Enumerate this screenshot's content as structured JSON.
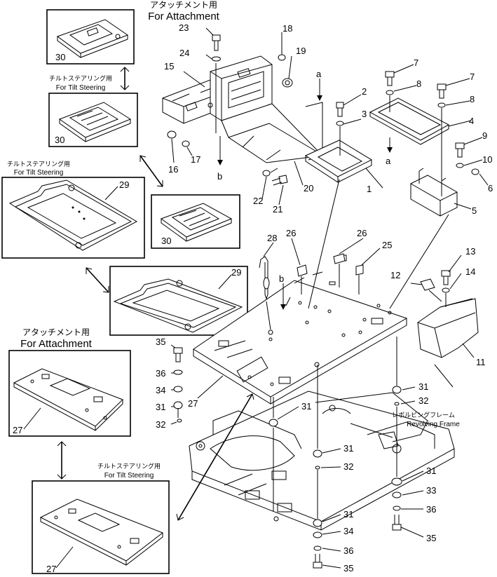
{
  "captions": {
    "attachment_top_jp": "アタッチメント用",
    "attachment_top_en": "For Attachment",
    "tilt1_jp": "チルトステアリング用",
    "tilt1_en": "For Tilt Steering",
    "tilt2_jp": "チルトステアリング用",
    "tilt2_en": "For Tilt Steering",
    "attachment_left_jp": "アタッチメント用",
    "attachment_left_en": "For Attachment",
    "tilt3_jp": "チルトステアリング用",
    "tilt3_en": "For Tilt Steering",
    "frame_jp": "レボルビングフレーム",
    "frame_en": "Revolving Frame"
  },
  "arrow_letters": {
    "a1": "a",
    "a2": "a",
    "b1": "b",
    "b2": "b"
  },
  "part_numbers": {
    "p1": "1",
    "p2": "2",
    "p3": "3",
    "p4": "4",
    "p5": "5",
    "p6": "6",
    "p7a": "7",
    "p7b": "7",
    "p8a": "8",
    "p8b": "8",
    "p9": "9",
    "p10": "10",
    "p11": "11",
    "p12": "12",
    "p13": "13",
    "p14": "14",
    "p15": "15",
    "p16": "16",
    "p17": "17",
    "p18": "18",
    "p19": "19",
    "p20": "20",
    "p21": "21",
    "p22": "22",
    "p23": "23",
    "p24": "24",
    "p25": "25",
    "p26a": "26",
    "p26b": "26",
    "p27a": "27",
    "p27b": "27",
    "p27c": "27",
    "p28": "28",
    "p29a": "29",
    "p29b": "29",
    "p30a": "30",
    "p30b": "30",
    "p30c": "30",
    "p31a": "31",
    "p31b": "31",
    "p31c": "31",
    "p31d": "31",
    "p31e": "31",
    "p31f": "31",
    "p32a": "32",
    "p32b": "32",
    "p32c": "32",
    "p33": "33",
    "p34a": "34",
    "p34b": "34",
    "p35a": "35",
    "p35b": "35",
    "p35c": "35",
    "p36a": "36",
    "p36b": "36",
    "p36c": "36"
  }
}
